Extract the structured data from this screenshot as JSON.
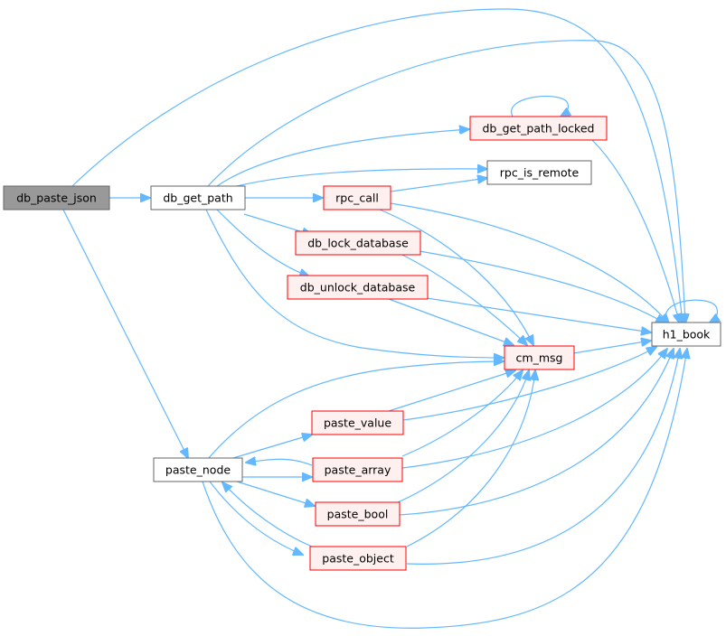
{
  "colors": {
    "edge": "#63b8ff",
    "normal_border": "#666666",
    "red_border": "#ff0000",
    "red_fill": "#fff0f0",
    "focus_fill": "#999999",
    "focus_border": "#666666",
    "white": "#ffffff"
  },
  "nodes": {
    "db_paste_json": "db_paste_json",
    "db_get_path": "db_get_path",
    "paste_node": "paste_node",
    "db_get_path_locked": "db_get_path_locked",
    "rpc_is_remote": "rpc_is_remote",
    "rpc_call": "rpc_call",
    "db_lock_database": "db_lock_database",
    "db_unlock_database": "db_unlock_database",
    "cm_msg": "cm_msg",
    "h1_book": "h1_book",
    "paste_value": "paste_value",
    "paste_array": "paste_array",
    "paste_bool": "paste_bool",
    "paste_object": "paste_object"
  }
}
